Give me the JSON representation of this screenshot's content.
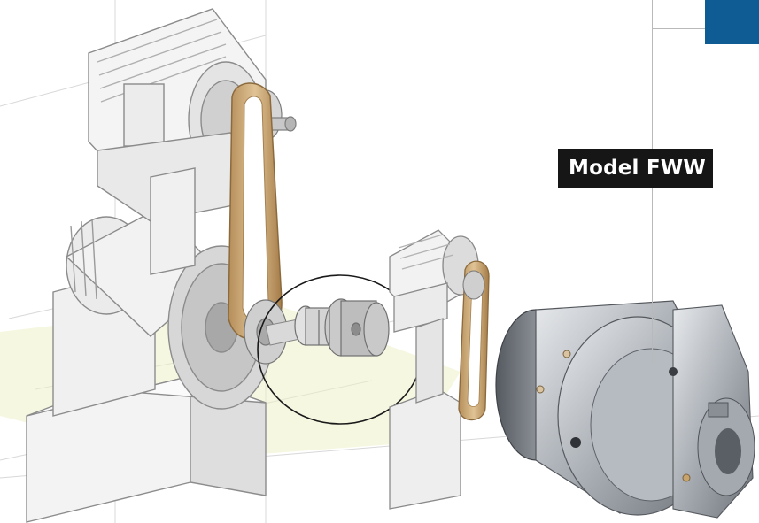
{
  "model_label": "Model FWW",
  "colors": {
    "accent_block": "#0f5c94",
    "label_background": "#161616",
    "label_text": "#ffffff",
    "belt": "#c9a878",
    "metal": "#a8acb2"
  },
  "scene": {
    "subject": "torque-limiter-coupling",
    "highlight": "circled-coupling-detail"
  }
}
